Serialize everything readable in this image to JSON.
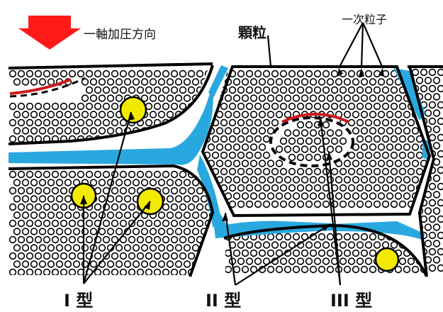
{
  "labels": {
    "load_direction": "一軸加圧方向",
    "granule": "顆粒",
    "primary_particle": "一次粒子",
    "type_1": "I 型",
    "type_2": "II 型",
    "type_3": "III 型"
  },
  "colors": {
    "outline": "#000000",
    "crack": "#29a8e0",
    "pore": "#f2ea00",
    "arrow": "#ff1a1a",
    "delamination": "#cc1a1a"
  }
}
